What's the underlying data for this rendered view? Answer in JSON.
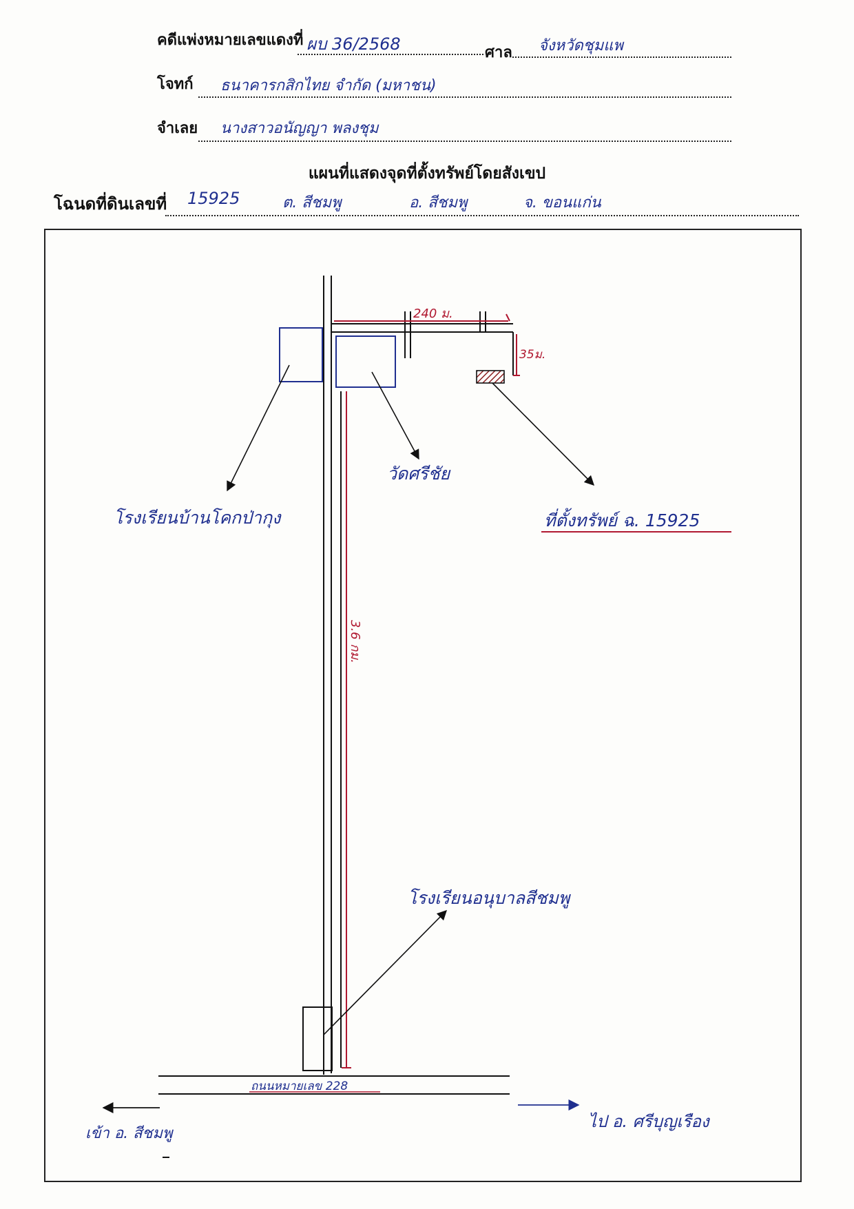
{
  "header": {
    "case_label": "คดีแพ่งหมายเลขแดงที่",
    "case_number": "ผบ 36/2568",
    "court_label": "ศาล",
    "court_name": "จังหวัดชุมแพ",
    "plaintiff_label": "โจทก์",
    "plaintiff_name": "ธนาคารกสิกไทย จำกัด (มหาชน)",
    "defendant_label": "จำเลย",
    "defendant_name": "นางสาวอนัญญา พลงชุม",
    "map_title": "แผนที่แสดงจุดที่ตั้งทรัพย์โดยสังเขป",
    "deed_label": "โฉนดที่ดินเลขที่",
    "deed_number": "15925",
    "tambon": "ต. สีชมพู",
    "amphoe": "อ. สีชมพู",
    "province": "จ. ขอนแก่น"
  },
  "map": {
    "dim_width": "240 ม.",
    "dim_depth": "35ม.",
    "dim_road": "3.6 กม.",
    "label_school_north": "โรงเรียนบ้านโคกป่ากุง",
    "label_temple": "วัดศรีชัย",
    "label_property": "ที่ตั้งทรัพย์ ฉ. 15925",
    "label_school_south": "โรงเรียนอนุบาลสีชมพู",
    "label_highway": "ถนนหมายเลข 228",
    "label_to_left": "เข้า อ. สีชมพู",
    "label_to_right": "ไป อ. ศรีบุญเรือง",
    "colors": {
      "ink_blue": "#1f2f8f",
      "ink_red": "#b01830",
      "hatch": "#8b2020"
    }
  }
}
